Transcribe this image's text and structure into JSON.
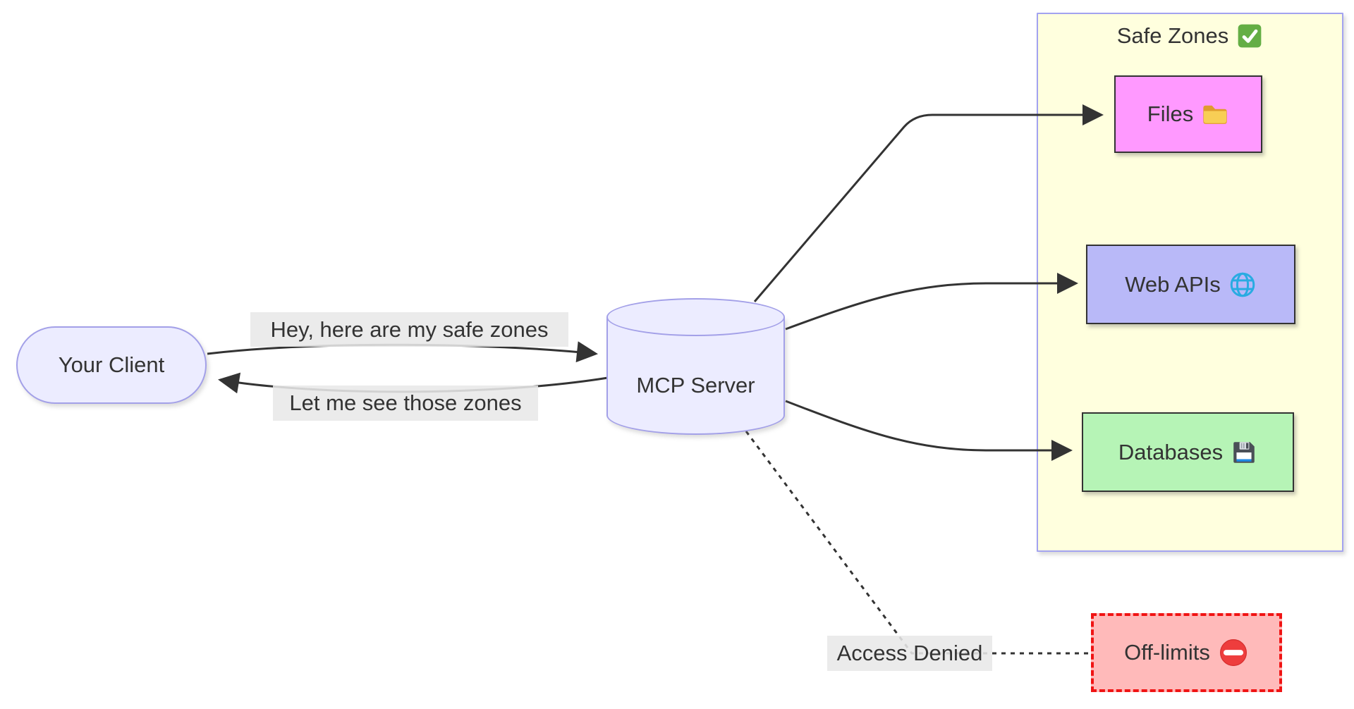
{
  "diagram_type": "flowchart",
  "nodes": {
    "client": {
      "label": "Your Client"
    },
    "server": {
      "label": "MCP Server"
    },
    "files": {
      "label": "Files",
      "icon": "folder-emoji",
      "icon_char": "📁",
      "fill": "#ff99ff"
    },
    "web_apis": {
      "label": "Web APIs",
      "icon": "globe-emoji",
      "icon_char": "🌐",
      "fill": "#b9b9f8"
    },
    "databases": {
      "label": "Databases",
      "icon": "floppy-disk-emoji",
      "icon_char": "💾",
      "fill": "#b6f4b6"
    },
    "off_limits": {
      "label": "Off-limits",
      "icon": "no-entry-emoji",
      "icon_char": "⛔",
      "fill": "#ffbaba",
      "border": "#f01414"
    }
  },
  "cluster": {
    "title": "Safe Zones",
    "icon": "check-mark-emoji",
    "icon_char": "✅",
    "fill": "#ffffde",
    "border": "#a3a3f0"
  },
  "edge_labels": {
    "client_to_server": "Hey, here are my safe zones",
    "server_to_client": "Let me see those zones",
    "server_to_off_limits": "Access Denied"
  },
  "colors": {
    "node_fill": "#ececff",
    "node_border": "#a3a0e8",
    "box_border": "#333333",
    "edge": "#333333",
    "edge_label_bg": "#e8e8e8",
    "text": "#333333"
  }
}
